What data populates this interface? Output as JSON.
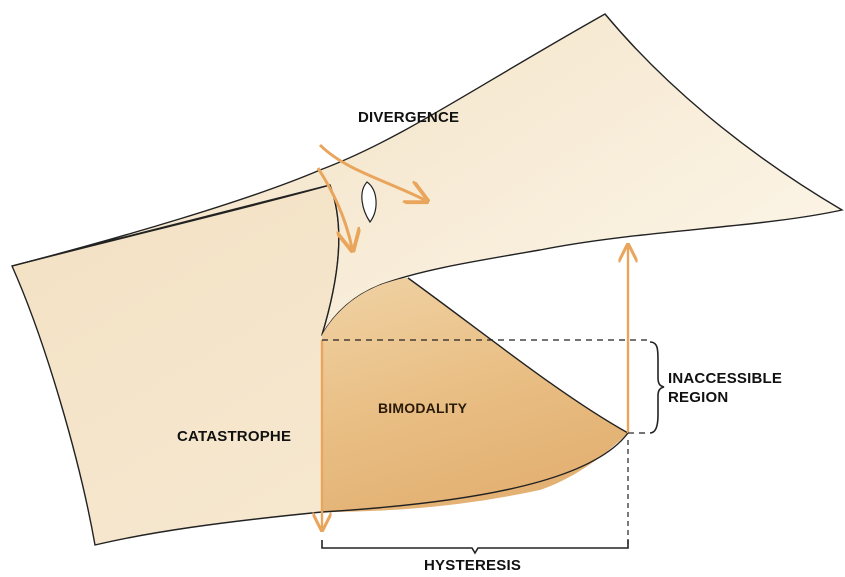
{
  "labels": {
    "divergence": "DIVERGENCE",
    "bimodality": "BIMODALITY",
    "catastrophe": "CATASTROPHE",
    "inaccessible_line1": "INACCESSIBLE",
    "inaccessible_line2": "REGION",
    "hysteresis": "HYSTERESIS"
  },
  "colors": {
    "surface_top": "#f7ebd4",
    "surface_fold": "#e7bd83",
    "arrow": "#e9a55c",
    "outline": "#222222",
    "background": "#ffffff"
  }
}
